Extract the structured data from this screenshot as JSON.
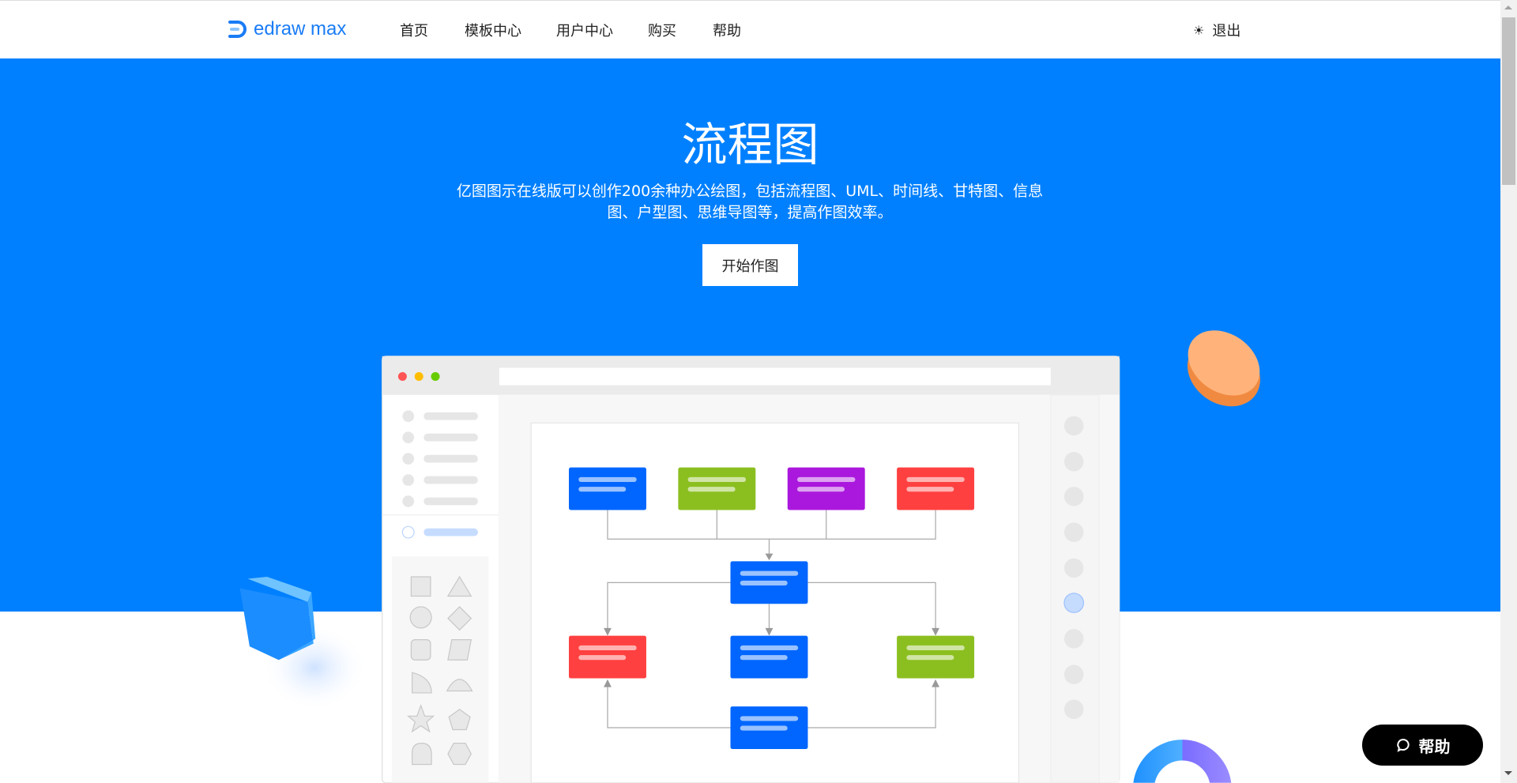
{
  "nav": {
    "logo_text": "edraw max",
    "items": [
      "首页",
      "模板中心",
      "用户中心",
      "购买",
      "帮助"
    ],
    "exit_label": "退出",
    "exit_icon": "sun-icon"
  },
  "hero": {
    "title": "流程图",
    "description_line1": "亿图图示在线版可以创作200余种办公绘图，包括流程图、UML、时间线、甘特图、信息",
    "description_line2": "图、户型图、思维导图等，提高作图效率。",
    "cta_label": "开始作图",
    "background_color": "#0080ff"
  },
  "illustration": {
    "window_dots": [
      "#ff5454",
      "#ffbd00",
      "#66cc00"
    ],
    "node_colors": {
      "blue": "#0066ff",
      "green": "#8bbf20",
      "purple": "#aa18dd",
      "red": "#ff4040"
    }
  },
  "help_button": {
    "label": "帮助",
    "icon": "chat-bubble-icon"
  }
}
